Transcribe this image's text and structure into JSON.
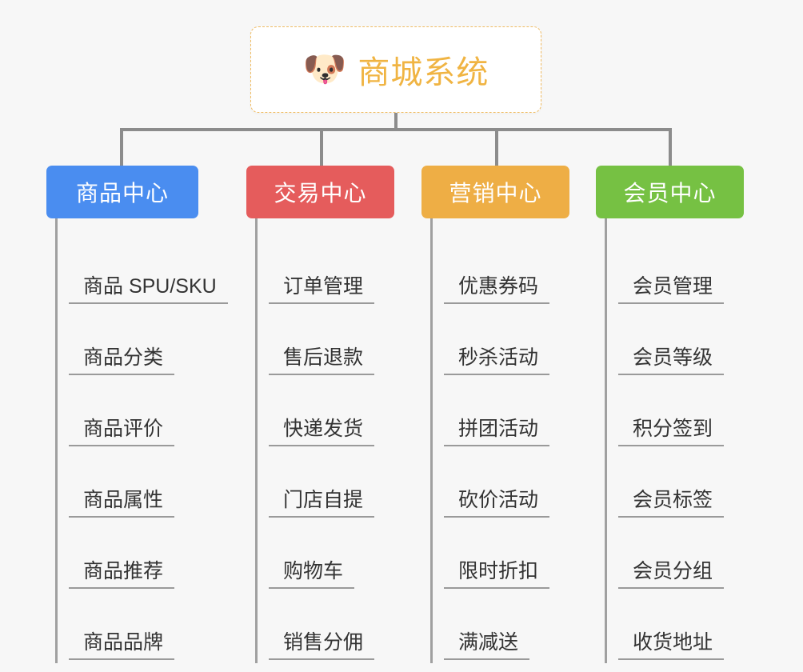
{
  "root": {
    "icon": "shiba-dog-face-emoji",
    "icon_glyph": "🐶",
    "title": "商城系统",
    "border_color": "#f0bc63",
    "title_color": "#f0b443",
    "background": "#ffffff"
  },
  "canvas": {
    "background": "#f7f7f7",
    "connector_color": "#8c8c8c"
  },
  "columns": [
    {
      "id": "product-center",
      "title": "商品中心",
      "color": "#4a8df0",
      "items": [
        "商品 SPU/SKU",
        "商品分类",
        "商品评价",
        "商品属性",
        "商品推荐",
        "商品品牌"
      ]
    },
    {
      "id": "trade-center",
      "title": "交易中心",
      "color": "#e55c5c",
      "items": [
        "订单管理",
        "售后退款",
        "快递发货",
        "门店自提",
        "购物车",
        "销售分佣"
      ]
    },
    {
      "id": "marketing-center",
      "title": "营销中心",
      "color": "#eeae45",
      "items": [
        "优惠券码",
        "秒杀活动",
        "拼团活动",
        "砍价活动",
        "限时折扣",
        "满减送"
      ]
    },
    {
      "id": "member-center",
      "title": "会员中心",
      "color": "#76c143",
      "items": [
        "会员管理",
        "会员等级",
        "积分签到",
        "会员标签",
        "会员分组",
        "收货地址"
      ]
    }
  ]
}
